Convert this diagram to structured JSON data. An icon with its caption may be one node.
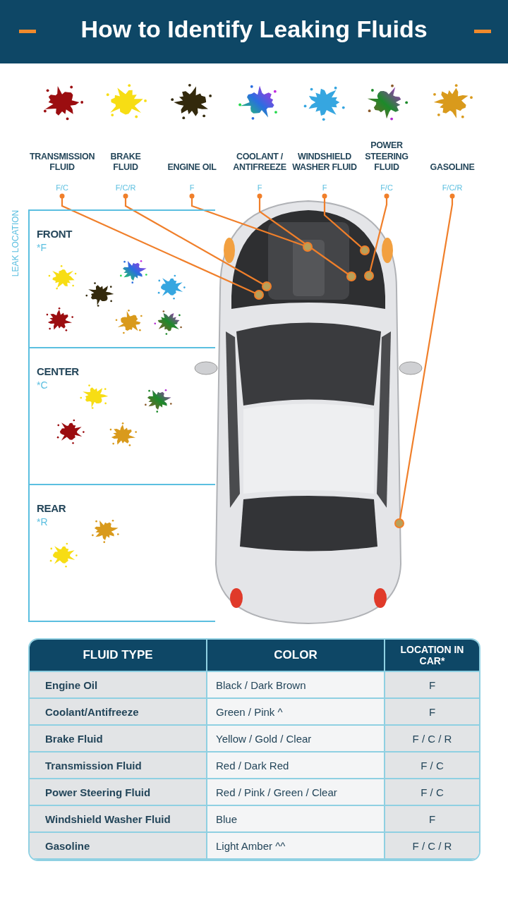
{
  "diagram": {
    "title": "How to Identify Leaking Fluids",
    "nodes": [
      {
        "text": [
          "TRANSMISSION FLUID",
          "F/C"
        ]
      },
      {
        "text": [
          "BRAKE FLUID",
          "F/C/R"
        ]
      },
      {
        "text": [
          "ENGINE OIL",
          "F"
        ]
      },
      {
        "text": [
          "COOLANT / ANTIFREEZE",
          "F"
        ]
      },
      {
        "text": [
          "WINDSHIELD WASHER FLUID",
          "F"
        ]
      },
      {
        "text": [
          "POWER STEERING FLUID",
          "F/C"
        ]
      },
      {
        "text": [
          "GASOLINE",
          "F/C/R"
        ]
      },
      {
        "text": [
          "FRONT",
          "*F"
        ]
      },
      {
        "text": [
          "CENTER",
          "*C"
        ]
      },
      {
        "text": [
          "REAR",
          "*R"
        ]
      },
      {
        "text": [],
        "shape": "circle"
      },
      {
        "text": [],
        "shape": "circle"
      },
      {
        "text": [],
        "shape": "circle"
      },
      {
        "text": [],
        "shape": "circle"
      },
      {
        "text": [],
        "shape": "circle"
      },
      {
        "text": [],
        "shape": "circle"
      },
      {
        "text": [],
        "shape": "circle"
      }
    ],
    "edges": [
      {
        "from": 0,
        "to": 10,
        "arrow": "other"
      },
      {
        "from": 1,
        "to": 11,
        "arrow": "other"
      },
      {
        "from": 2,
        "to": 12,
        "arrow": "other"
      },
      {
        "from": 3,
        "to": 13,
        "arrow": "other"
      },
      {
        "from": 4,
        "to": 14,
        "arrow": "other"
      },
      {
        "from": 5,
        "to": 15,
        "arrow": "other"
      },
      {
        "from": 6,
        "to": 16,
        "arrow": "other"
      }
    ],
    "labels": [
      "LEAK LOCATION",
      "FLUID TYPE",
      "COLOR",
      "LOCATION IN CAR*",
      "Engine Oil",
      "Black / Dark Brown",
      "F",
      "Coolant/Antifreeze",
      "Green / Pink ^",
      "F",
      "Brake Fluid",
      "Yellow / Gold / Clear",
      "F / C / R",
      "Transmission Fluid",
      "Red / Dark Red",
      "F / C",
      "Power Steering Fluid",
      "Red / Pink / Green / Clear",
      "F / C",
      "Windshield Washer Fluid",
      "Blue",
      "F",
      "Gasoline",
      "Light Amber ^^",
      "F / C / R"
    ]
  }
}
